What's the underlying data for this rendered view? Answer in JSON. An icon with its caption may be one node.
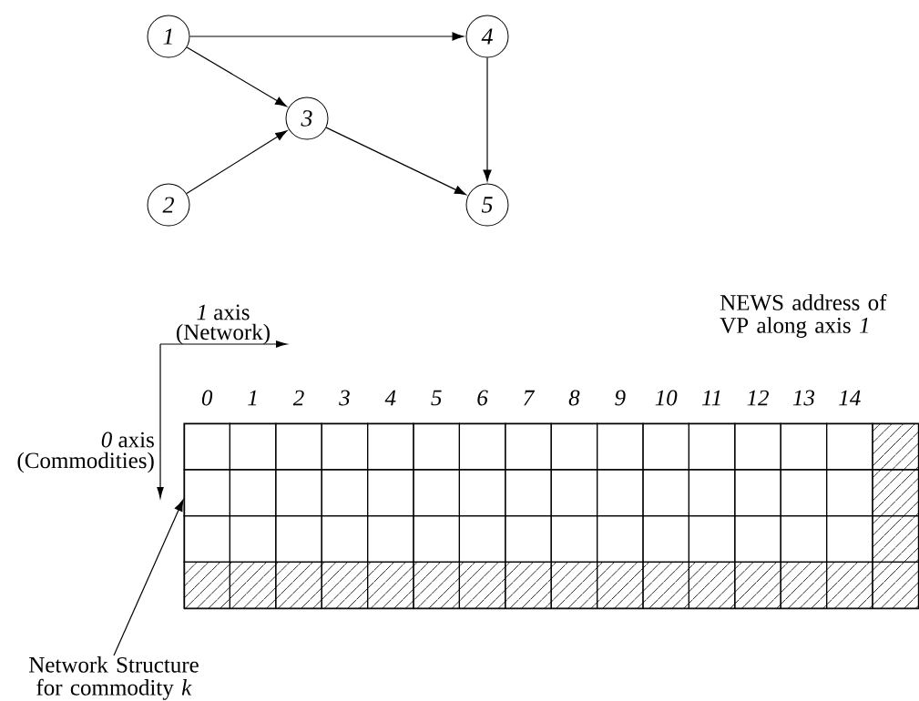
{
  "diagram": {
    "nodes": [
      {
        "text": [
          "1"
        ]
      },
      {
        "text": [
          "2"
        ]
      },
      {
        "text": [
          "3"
        ]
      },
      {
        "text": [
          "4"
        ]
      },
      {
        "text": [
          "5"
        ]
      },
      {
        "text": [
          "Network Structure for commodity *k*"
        ]
      },
      {
        "text": [],
        "shape": "box"
      }
    ],
    "edges": [
      {
        "from": 0,
        "to": 3,
        "arrow": "to"
      },
      {
        "from": 0,
        "to": 2,
        "arrow": "to"
      },
      {
        "from": 1,
        "to": 2,
        "arrow": "to"
      },
      {
        "from": 2,
        "to": 4,
        "arrow": "to"
      },
      {
        "from": 3,
        "to": 4,
        "arrow": "to"
      },
      {
        "from": 5,
        "to": 6,
        "arrow": "to"
      }
    ],
    "labels": [
      "*1* axis",
      "(Network)",
      "NEWS address of VP along axis *1*",
      "0",
      "1",
      "2",
      "3",
      "4",
      "5",
      "6",
      "7",
      "8",
      "9",
      "10",
      "11",
      "12",
      "13",
      "14",
      "*0* axis",
      "(Commodities)"
    ]
  }
}
